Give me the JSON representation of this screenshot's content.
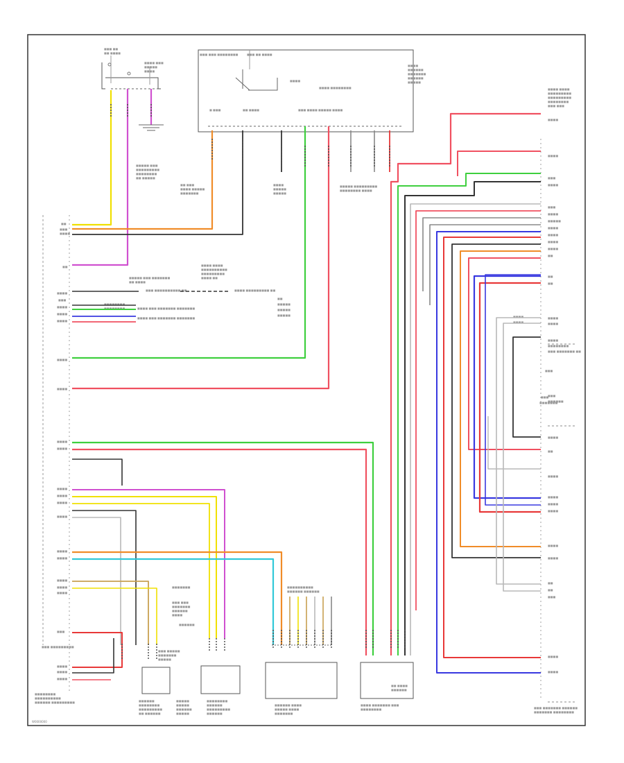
{
  "diagram": {
    "page_label": "W0000000",
    "colors": {
      "yellow": "#f0e000",
      "violet": "#d050d0",
      "orange": "#f08c28",
      "green": "#3ecf3e",
      "pink": "#f05060",
      "red": "#e83838",
      "black": "#333333",
      "gray": "#b8b8b8",
      "blue": "#3838e0",
      "cyan": "#30c8d8",
      "tan": "#c8a050"
    },
    "connector_pins": {
      "sda_connector": 6,
      "shift_pos_sensor": 6
    }
  }
}
